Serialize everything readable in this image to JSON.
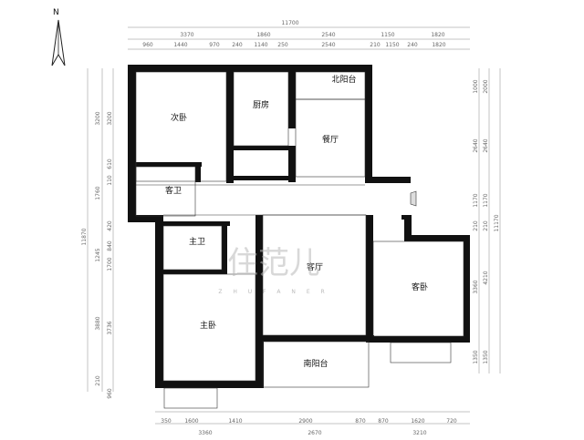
{
  "compass": {
    "north": "N"
  },
  "top_dims": {
    "overall": "11700",
    "row1": [
      "3370",
      "1860",
      "2540",
      "1150",
      "1820"
    ],
    "row2": [
      "960",
      "1440",
      "970",
      "240",
      "1140",
      "250",
      "2540",
      "210",
      "1150",
      "240",
      "1820"
    ]
  },
  "bottom_dims": {
    "row1": [
      "350",
      "1600",
      "1410",
      "2900",
      "870",
      "870",
      "1620",
      "720"
    ],
    "row2": [
      "3360",
      "2670",
      "3210"
    ]
  },
  "left_dims": {
    "overall": "11870",
    "outer": [
      "3200",
      "1760",
      "3880"
    ],
    "inner": [
      "3200",
      "610",
      "110",
      "420",
      "840",
      "1700",
      "1245",
      "3736",
      "960",
      "210"
    ]
  },
  "right_dims": {
    "overall": "11170",
    "outer": [
      "1000",
      "2640",
      "1170",
      "210",
      "3360",
      "1350"
    ],
    "inner": [
      "2000",
      "2640",
      "1170",
      "210",
      "4210",
      "1350"
    ]
  },
  "rooms": {
    "second_bed": "次卧",
    "kitchen": "厨房",
    "north_balcony": "北阳台",
    "dining": "餐厅",
    "guest_bath": "客卫",
    "master_bath": "主卫",
    "living": "客厅",
    "guest_bed": "客卧",
    "master_bed": "主卧",
    "south_balcony": "南阳台"
  },
  "watermark": {
    "main": "住范儿",
    "sub": "Z H U F A N E R"
  }
}
